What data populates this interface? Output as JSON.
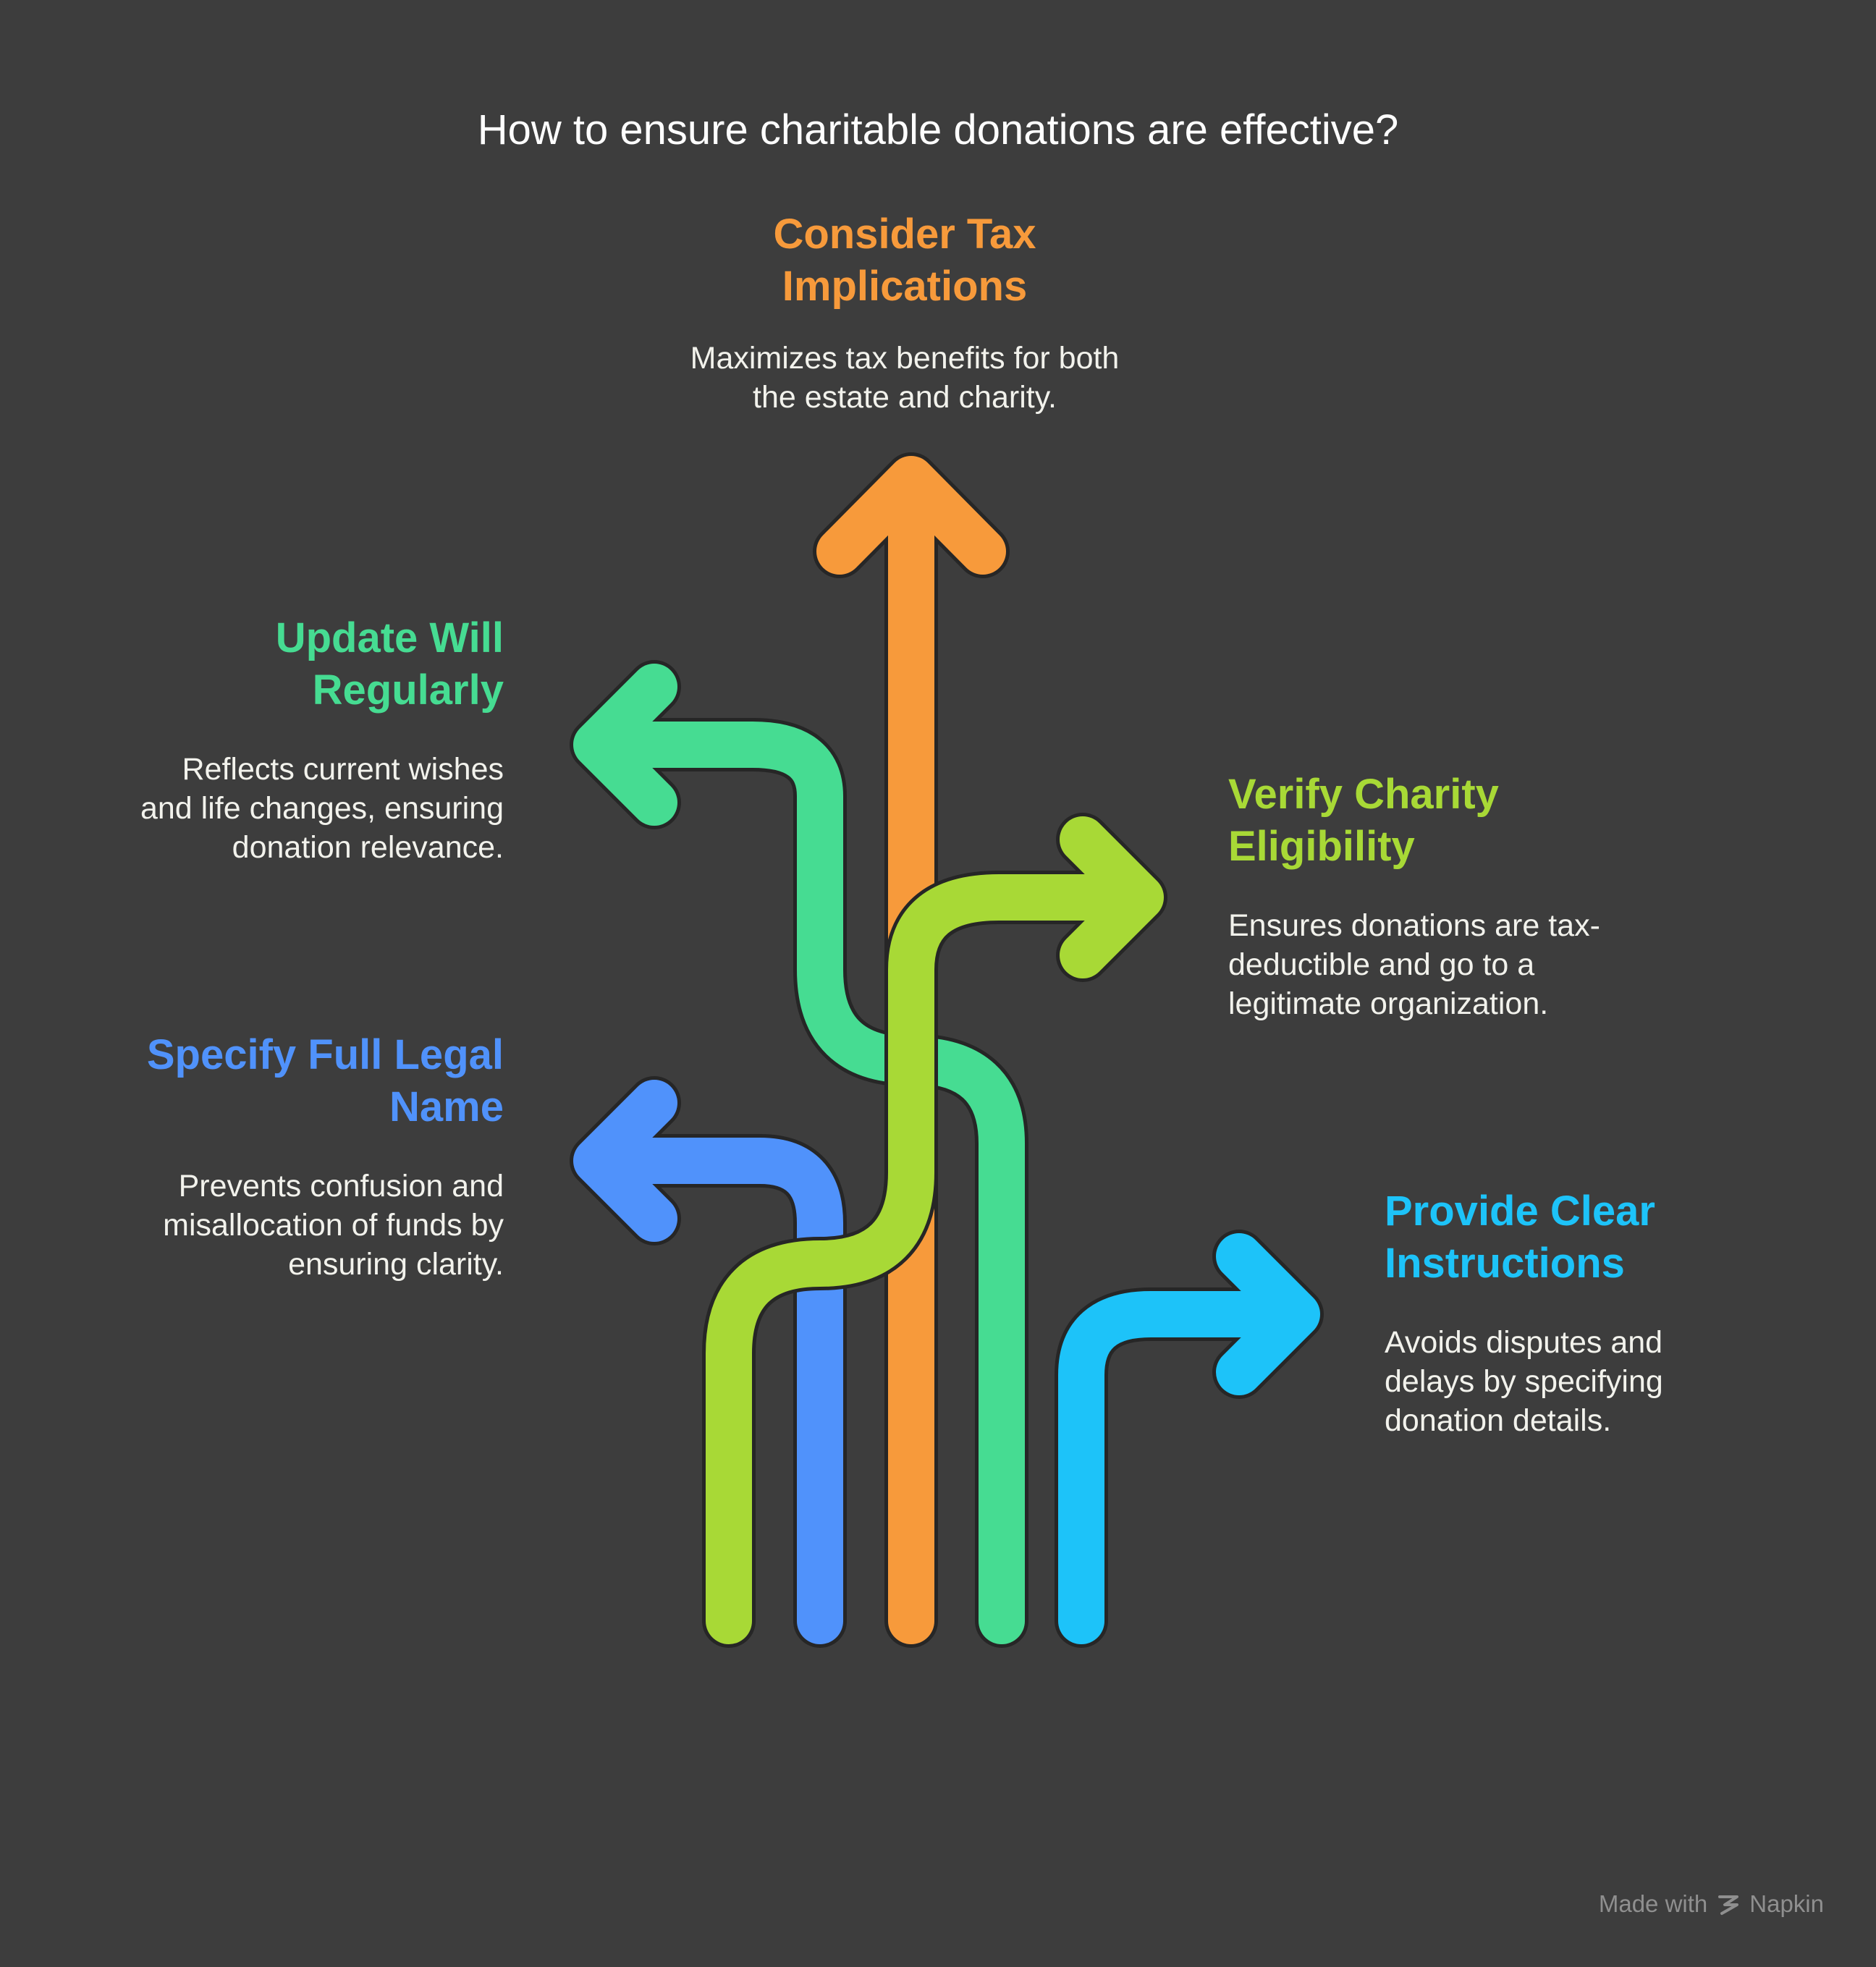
{
  "title": "How to ensure charitable donations are effective?",
  "colors": {
    "background": "#3d3d3d",
    "orange": "#f79a3b",
    "green": "#46dc92",
    "lime": "#a8d936",
    "blue": "#5092fb",
    "cyan": "#1dc3f9",
    "outline": "#262626"
  },
  "items": [
    {
      "id": "tax",
      "heading": "Consider Tax Implications",
      "heading_lines": [
        "Consider Tax",
        "Implications"
      ],
      "description_lines": [
        "Maximizes tax benefits for both",
        "the estate and charity."
      ],
      "color": "#f79a3b",
      "direction": "up"
    },
    {
      "id": "update",
      "heading": "Update Will Regularly",
      "heading_lines": [
        "Update Will",
        "Regularly"
      ],
      "description_lines": [
        "Reflects current wishes",
        "and life changes, ensuring",
        "donation relevance."
      ],
      "color": "#46dc92",
      "direction": "left"
    },
    {
      "id": "verify",
      "heading": "Verify Charity Eligibility",
      "heading_lines": [
        "Verify Charity",
        "Eligibility"
      ],
      "description_lines": [
        "Ensures donations are tax-",
        "deductible and go to a",
        "legitimate organization."
      ],
      "color": "#a8d936",
      "direction": "right"
    },
    {
      "id": "legal",
      "heading": "Specify Full Legal Name",
      "heading_lines": [
        "Specify Full Legal",
        "Name"
      ],
      "description_lines": [
        "Prevents confusion and",
        "misallocation of funds by",
        "ensuring clarity."
      ],
      "color": "#5092fb",
      "direction": "left"
    },
    {
      "id": "clear",
      "heading": "Provide Clear Instructions",
      "heading_lines": [
        "Provide Clear",
        "Instructions"
      ],
      "description_lines": [
        "Avoids disputes and",
        "delays by specifying",
        "donation details."
      ],
      "color": "#1dc3f9",
      "direction": "right"
    }
  ],
  "watermark": {
    "prefix": "Made with",
    "brand": "Napkin",
    "icon": "napkin-logo-icon"
  }
}
